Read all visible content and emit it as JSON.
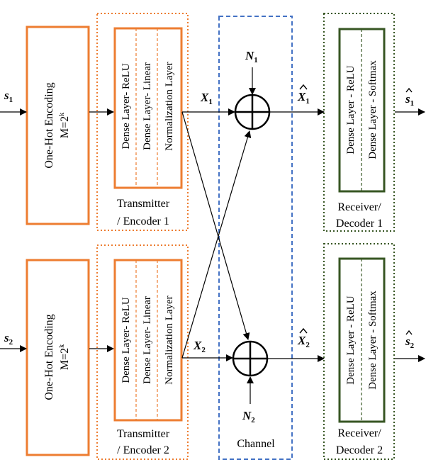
{
  "encoder": {
    "title": "One-Hot Encoding",
    "formula_base": "M=2",
    "formula_exp": "k"
  },
  "transmitter_layers": [
    "Dense Layer- ReLU",
    "Dense Layer- Linear",
    "Normalization Layer"
  ],
  "transmitter_1": {
    "line1": "Transmitter",
    "line2": "/ Encoder 1"
  },
  "transmitter_2": {
    "line1": "Transmitter",
    "line2": "/ Encoder 2"
  },
  "receiver_layers": [
    "Dense Layer - ReLU",
    "Dense Layer - Softmax"
  ],
  "receiver_1": {
    "line1": "Receiver/",
    "line2": "Decoder 1"
  },
  "receiver_2": {
    "line1": "Receiver/",
    "line2": "Decoder 2"
  },
  "channel": {
    "label": "Channel"
  },
  "signals": {
    "s1_base": "s",
    "s1_sub": "1",
    "s2_base": "s",
    "s2_sub": "2",
    "x1_base": "X",
    "x1_sub": "1",
    "x2_base": "X",
    "x2_sub": "2",
    "n1_base": "N",
    "n1_sub": "1",
    "n2_base": "N",
    "n2_sub": "2",
    "xhat1_base": "X",
    "xhat1_sub": "1",
    "xhat2_base": "X",
    "xhat2_sub": "2",
    "shat1_base": "s",
    "shat1_sub": "1",
    "shat2_base": "s",
    "shat2_sub": "2"
  },
  "colors": {
    "encoder_border": "#ED7D31",
    "transmitter_dotted": "#ED7D31",
    "channel_dashed": "#4472C4",
    "receiver_dotted": "#375623",
    "receiver_border": "#375623",
    "line": "#000000"
  }
}
